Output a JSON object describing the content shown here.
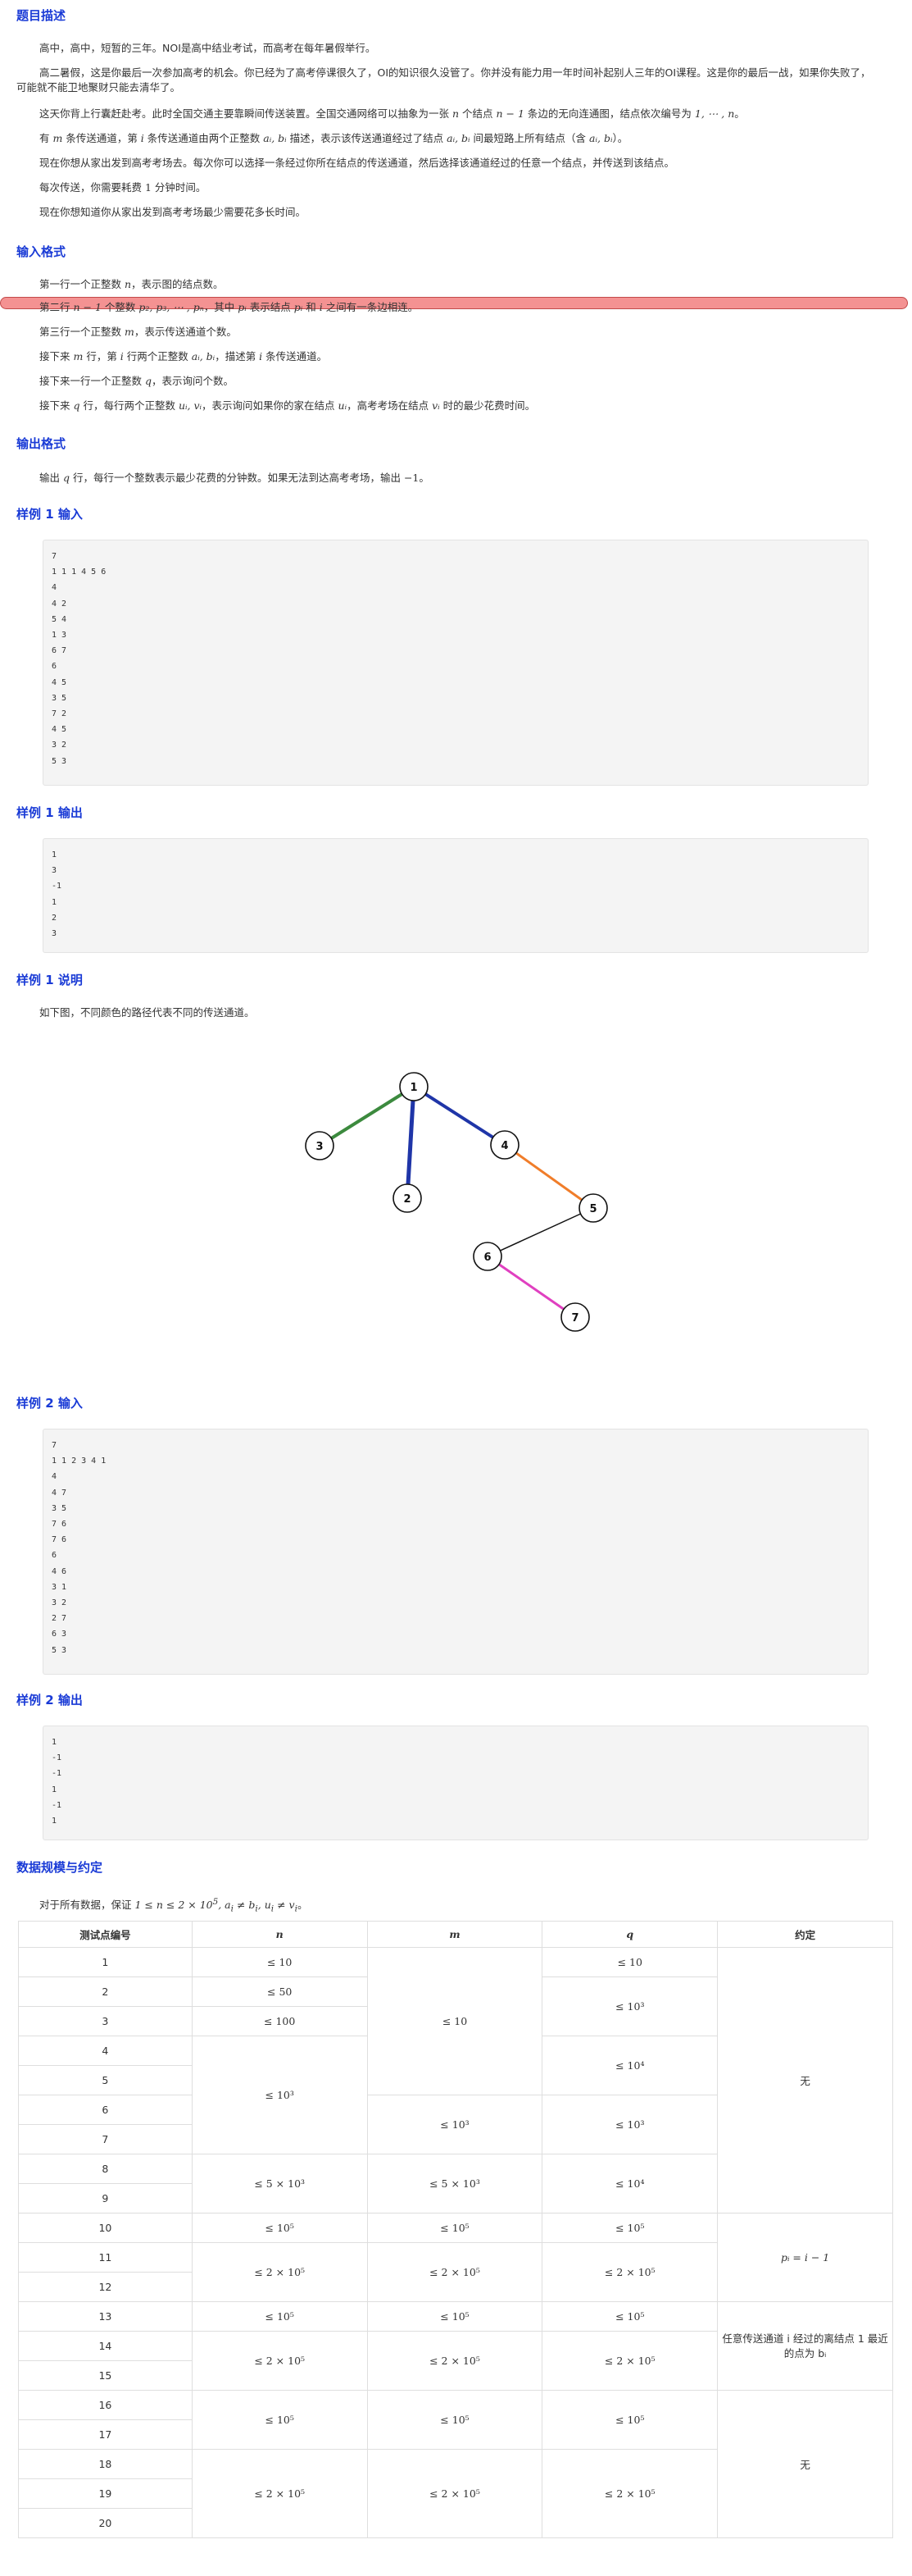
{
  "sections": {
    "desc_title": "题目描述",
    "input_title": "输入格式",
    "output_title": "输出格式",
    "sample1_in_title": "样例 1 输入",
    "sample1_out_title": "样例 1 输出",
    "sample1_exp_title": "样例 1 说明",
    "sample2_in_title": "样例 2 输入",
    "sample2_out_title": "样例 2 输出",
    "constraints_title": "数据规模与约定"
  },
  "desc": {
    "p1": "高中，高中，短暂的三年。NOI是高中结业考试，而高考在每年暑假举行。",
    "p2": "高二暑假，这是你最后一次参加高考的机会。你已经为了高考停课很久了，OI的知识很久没管了。你并没有能力用一年时间补起别人三年的OI课程。这是你的最后一战，如果你失败了，可能就不能卫地聚财只能去清华了。",
    "p3a": "这天你背上行囊赶赴考。此时全国交通主要靠瞬间传送装置。全国交通网络可以抽象为一张 ",
    "p3b": " 个结点 ",
    "p3c": " 条边的无向连通图，结点依次编号为 ",
    "p3d": "。",
    "p4a": "有 ",
    "p4b": " 条传送通道，第 ",
    "p4c": " 条传送通道由两个正整数 ",
    "p4d": " 描述，表示该传送通道经过了结点 ",
    "p4e": " 间最短路上所有结点（含 ",
    "p4f": "）。",
    "p5": "现在你想从家出发到高考考场去。每次你可以选择一条经过你所在结点的传送通道，然后选择该通道经过的任意一个结点，并传送到该结点。",
    "p6a": "每次传送，你需要耗费 ",
    "p6b": " 分钟时间。",
    "p7": "现在你想知道你从家出发到高考考场最少需要花多长时间。"
  },
  "math": {
    "n": "n",
    "n_minus_1": "n − 1",
    "nodes_range": "1, ⋯ , n",
    "m": "m",
    "i": "i",
    "ai_bi": "aᵢ, bᵢ",
    "one": "1",
    "q": "q",
    "p_list": "p₂, p₃, ⋯ , pₙ",
    "pi": "pᵢ",
    "ui_vi": "uᵢ, vᵢ",
    "ui": "uᵢ",
    "vi": "vᵢ",
    "minus_one": "−1"
  },
  "input": {
    "l1a": "第一行一个正整数 ",
    "l1b": "，表示图的结点数。",
    "l2a": "第二行 ",
    "l2b": " 个整数 ",
    "l2c": "，其中 ",
    "l2d": " 表示结点 ",
    "l2e": " 和 ",
    "l2f": " 之间有一条边相连。",
    "l3a": "第三行一个正整数 ",
    "l3b": "，表示传送通道个数。",
    "l4a": "接下来 ",
    "l4b": " 行，第 ",
    "l4c": " 行两个正整数 ",
    "l4d": "，描述第 ",
    "l4e": " 条传送通道。",
    "l5a": "接下来一行一个正整数 ",
    "l5b": "，表示询问个数。",
    "l6a": "接下来 ",
    "l6b": " 行，每行两个正整数 ",
    "l6c": "，表示询问如果你的家在结点 ",
    "l6d": "，高考考场在结点 ",
    "l6e": " 时的最少花费时间。"
  },
  "output": {
    "a": "输出 ",
    "b": " 行，每行一个整数表示最少花费的分钟数。如果无法到达高考考场，输出 ",
    "c": "。"
  },
  "sample1_input": "7\n1 1 1 4 5 6\n4\n4 2\n5 4\n1 3\n6 7\n6\n4 5\n3 5\n7 2\n4 5\n3 2\n5 3",
  "sample1_output": "1\n3\n-1\n1\n2\n3",
  "sample2_input": "7\n1 1 2 3 4 1\n4\n4 7\n3 5\n7 6\n7 6\n6\n4 6\n3 1\n3 2\n2 7\n6 3\n5 3",
  "sample2_output": "1\n-1\n-1\n1\n-1\n1",
  "explanation": "如下图，不同颜色的路径代表不同的传送通道。",
  "graph": {
    "nodes": [
      "1",
      "2",
      "3",
      "4",
      "5",
      "6",
      "7"
    ],
    "colors": {
      "green": "#3c8a3e",
      "blue": "#1f35a8",
      "orange": "#f07d2a",
      "pink": "#e040c0",
      "black": "#111111"
    }
  },
  "constraints": {
    "a": "对于所有数据，保证 ",
    "b": "。"
  },
  "table": {
    "headers": [
      "测试点编号",
      "n",
      "m",
      "q",
      "约定"
    ],
    "ids": [
      "1",
      "2",
      "3",
      "4",
      "5",
      "6",
      "7",
      "8",
      "9",
      "10",
      "11",
      "12",
      "13",
      "14",
      "15",
      "16",
      "17",
      "18",
      "19",
      "20"
    ],
    "n_vals": [
      "≤ 10",
      "≤ 50",
      "≤ 100",
      "≤ 10³",
      "≤ 5 × 10³",
      "≤ 10⁵",
      "≤ 2 × 10⁵",
      "≤ 10⁵",
      "≤ 2 × 10⁵",
      "≤ 10⁵",
      "≤ 2 × 10⁵"
    ],
    "m_vals": [
      "≤ 10",
      "≤ 10³",
      "≤ 5 × 10³",
      "≤ 10⁵",
      "≤ 2 × 10⁵",
      "≤ 10⁵",
      "≤ 2 × 10⁵",
      "≤ 10⁵",
      "≤ 2 × 10⁵"
    ],
    "q_vals": [
      "≤ 10",
      "≤ 10³",
      "≤ 10⁴",
      "≤ 10³",
      "≤ 10⁴",
      "≤ 10⁵",
      "≤ 2 × 10⁵",
      "≤ 10⁵",
      "≤ 2 × 10⁵",
      "≤ 10⁵",
      "≤ 2 × 10⁵"
    ],
    "conv": [
      "无",
      "pᵢ = i − 1",
      "任意传送通道 i 经过的离结点 1 最近的点为 bᵢ",
      "无"
    ]
  }
}
